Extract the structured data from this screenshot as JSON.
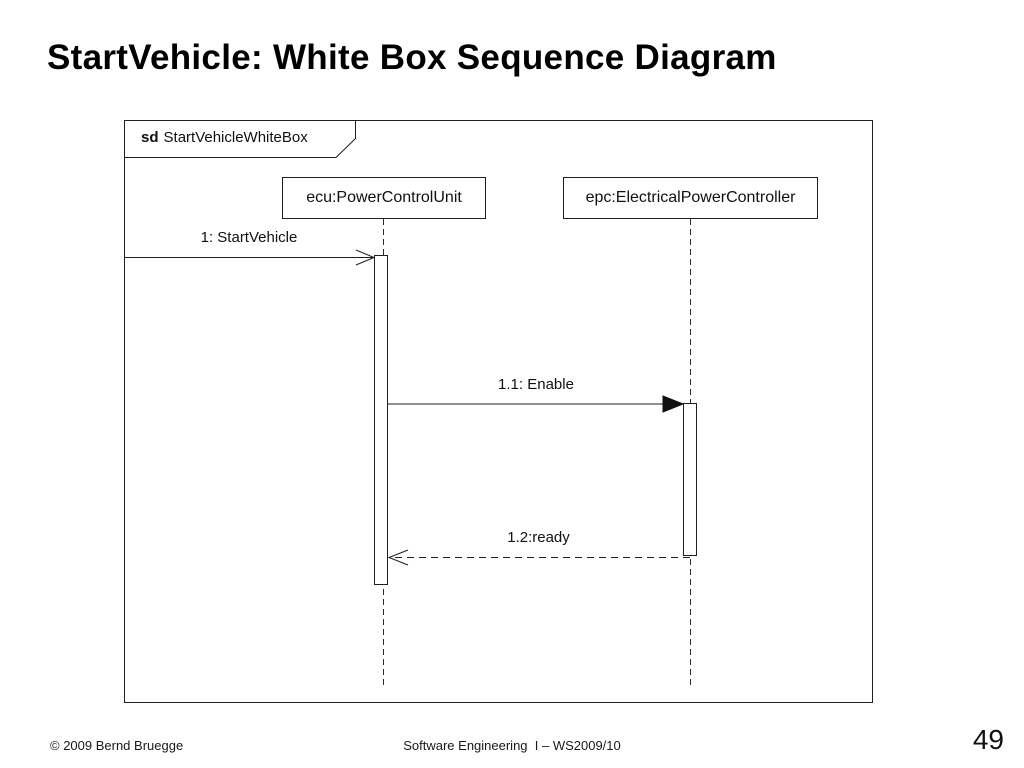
{
  "title": "StartVehicle: White Box Sequence Diagram",
  "frame": {
    "keyword": "sd",
    "name": "StartVehicleWhiteBox"
  },
  "lifelines": [
    {
      "id": "ecu",
      "label": "ecu:PowerControlUnit"
    },
    {
      "id": "epc",
      "label": "epc:ElectricalPowerController"
    }
  ],
  "messages": [
    {
      "label": "1: StartVehicle",
      "from": "frame-edge",
      "to": "ecu",
      "line": "solid",
      "arrowhead": "open"
    },
    {
      "label": "1.1: Enable",
      "from": "ecu",
      "to": "epc",
      "line": "solid",
      "arrowhead": "filled"
    },
    {
      "label": "1.2:ready",
      "from": "epc",
      "to": "ecu",
      "line": "dashed",
      "arrowhead": "open"
    }
  ],
  "footer": {
    "copyright": "© 2009 Bernd Bruegge",
    "course": "Software Engineering  I – WS2009/10",
    "page_number": "49"
  },
  "colors": {
    "background": "#ffffff",
    "line": "#1f1f1f",
    "text": "#000000"
  }
}
